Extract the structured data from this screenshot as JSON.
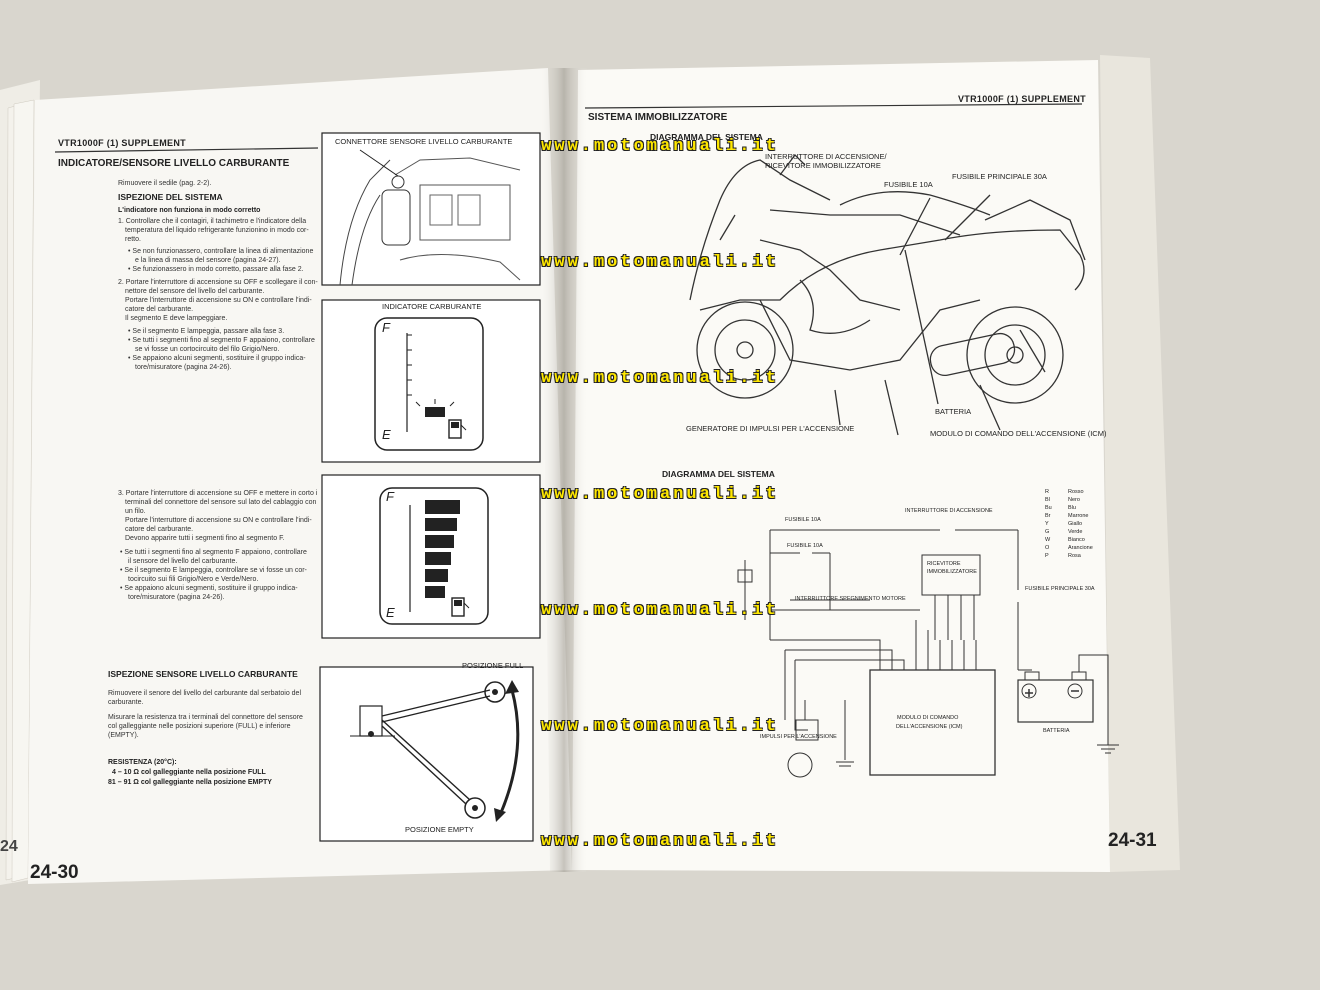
{
  "left_page": {
    "header": "VTR1000F (1) SUPPLEMENT",
    "title": "INDICATORE/SENSORE LIVELLO CARBURANTE",
    "intro": "Rimuovere il sedile (pag. 2-2).",
    "section1": {
      "title": "ISPEZIONE DEL SISTEMA",
      "subtitle": "L'indicatore non funziona in modo corretto",
      "lines": [
        "1.  Controllare che il contagiri, il tachimetro e l'indicatore della",
        "temperatura del liquido refrigerante funzionino in modo cor-",
        "retto.",
        "•  Se non funzionassero, controllare la linea di alimentazione",
        "e la linea di massa del sensore (pagina 24-27).",
        "•  Se funzionassero in modo corretto, passare alla fase 2.",
        "2.  Portare l'interruttore di accensione su OFF e scollegare il con-",
        "nettore del sensore del livello del carburante.",
        "Portare l'interruttore di accensione su ON e controllare l'indi-",
        "catore del carburante.",
        "Il segmento E deve lampeggiare.",
        "•  Se il segmento E lampeggia, passare alla fase 3.",
        "•  Se tutti i segmenti fino al segmento F appaiono, controllare",
        "se vi fosse un cortocircuito del filo Grigio/Nero.",
        "•  Se appaiono alcuni segmenti, sostituire il gruppo indica-",
        "tore/misuratore (pagina 24-26)."
      ]
    },
    "step3_lines": [
      "3.  Portare l'interruttore di accensione su OFF e mettere in corto i",
      "terminali del connettore del sensore sul lato del cablaggio con",
      "un filo.",
      "Portare l'interruttore di accensione su ON e controllare l'indi-",
      "catore del carburante.",
      "Devono apparire tutti i segmenti fino al segmento F.",
      "•  Se tutti i segmenti fino al segmento F appaiono, controllare",
      "il sensore del livello del carburante.",
      "•  Se il segmento E lampeggia, controllare se vi fosse un cor-",
      "tocircuito sui fili Grigio/Nero e Verde/Nero.",
      "•  Se appaiono alcuni segmenti, sostituire il gruppo indica-",
      "tore/misuratore (pagina 24-26)."
    ],
    "section2": {
      "title": "ISPEZIONE SENSORE LIVELLO CARBURANTE",
      "lines": [
        "Rimuovere il senore del livello del carburante dal serbatoio del",
        "carburante.",
        "Misurare la resistenza tra i terminali del connettore del sensore",
        "col galleggiante nelle posizioni superiore (FULL) e inferiore",
        "(EMPTY)."
      ],
      "spec_title": "RESISTENZA (20°C):",
      "spec_lines": [
        "4 – 10 Ω col galleggiante nella posizione FULL",
        "81 – 91 Ω col galleggiante nella posizione EMPTY"
      ]
    },
    "fig1_caption": "CONNETTORE SENSORE LIVELLO CARBURANTE",
    "fig2_caption": "INDICATORE CARBURANTE",
    "gauge_letters": {
      "full": "F",
      "empty": "E"
    },
    "fig4_full": "POSIZIONE FULL",
    "fig4_empty": "POSIZIONE EMPTY",
    "page_number": "24-30",
    "edge_number": "24"
  },
  "right_page": {
    "header": "VTR1000F (1) SUPPLEMENT",
    "title": "SISTEMA IMMOBILIZZATORE",
    "subtitle": "DIAGRAMMA DEL SISTEMA",
    "bike_labels": [
      "INTERRUTTORE DI ACCENSIONE/",
      "RICEVITORE IMMOBILIZZATORE",
      "FUSIBILE 10A",
      "FUSIBILE PRINCIPALE 30A",
      "BATTERIA",
      "GENERATORE DI IMPULSI PER L'ACCENSIONE",
      "MODULO DI COMANDO DELL'ACCENSIONE (ICM)"
    ],
    "subtitle2": "DIAGRAMMA DEL SISTEMA",
    "wiring_labels": {
      "fuse1": "FUSIBILE 10A",
      "fuse2": "FUSIBILE 10A",
      "ignition_switch": "INTERRUTTORE DI ACCENSIONE",
      "kill_switch": "INTERRUTTORE SPEGNIMENTO MOTORE",
      "receiver1": "RICEVITORE",
      "receiver2": "IMMOBILIZZATORE",
      "main_fuse": "FUSIBILE PRINCIPALE 30A",
      "icm1": "MODULO DI COMANDO",
      "icm2": "DELL'ACCENSIONE (ICM)",
      "pulse": "IMPULSI PER L'ACCENSIONE",
      "battery": "BATTERIA"
    },
    "color_legend": [
      [
        "R",
        "Rosso"
      ],
      [
        "Bl",
        "Nero"
      ],
      [
        "Bu",
        "Blu"
      ],
      [
        "Br",
        "Marrone"
      ],
      [
        "Y",
        "Giallo"
      ],
      [
        "G",
        "Verde"
      ],
      [
        "W",
        "Bianco"
      ],
      [
        "O",
        "Arancione"
      ],
      [
        "P",
        "Rosa"
      ]
    ],
    "page_number": "24-31"
  },
  "watermark": "www.motomanuali.it"
}
